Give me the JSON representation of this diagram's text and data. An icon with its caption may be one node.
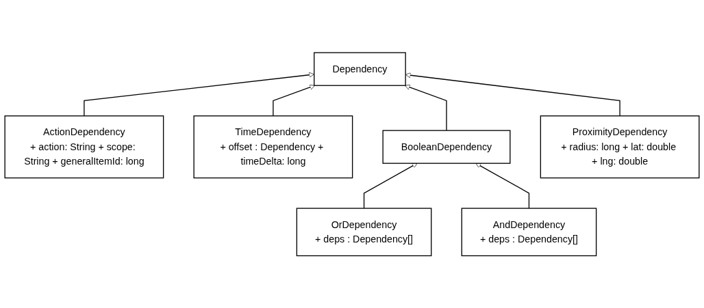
{
  "diagram": {
    "nodes": [
      {
        "text": [
          "Dependency"
        ]
      },
      {
        "text": [
          "ActionDependency",
          "+ action: String + scope: String + generalItemId: long"
        ]
      },
      {
        "text": [
          "TimeDependency",
          "+ offset : Dependency + timeDelta: long"
        ]
      },
      {
        "text": [
          "BooleanDependency"
        ]
      },
      {
        "text": [
          "ProximityDependency",
          "+ radius: long + lat: double + lng: double"
        ]
      },
      {
        "text": [
          "OrDependency",
          "+ deps : Dependency[]"
        ]
      },
      {
        "text": [
          "AndDependency",
          "+ deps : Dependency[]"
        ]
      }
    ],
    "edges": [
      {
        "from": 1,
        "to": 0,
        "arrow": "to"
      },
      {
        "from": 2,
        "to": 0,
        "arrow": "to"
      },
      {
        "from": 3,
        "to": 0,
        "arrow": "to"
      },
      {
        "from": 4,
        "to": 0,
        "arrow": "to"
      },
      {
        "from": 5,
        "to": 3,
        "arrow": "to"
      },
      {
        "from": 6,
        "to": 3,
        "arrow": "to"
      }
    ]
  }
}
